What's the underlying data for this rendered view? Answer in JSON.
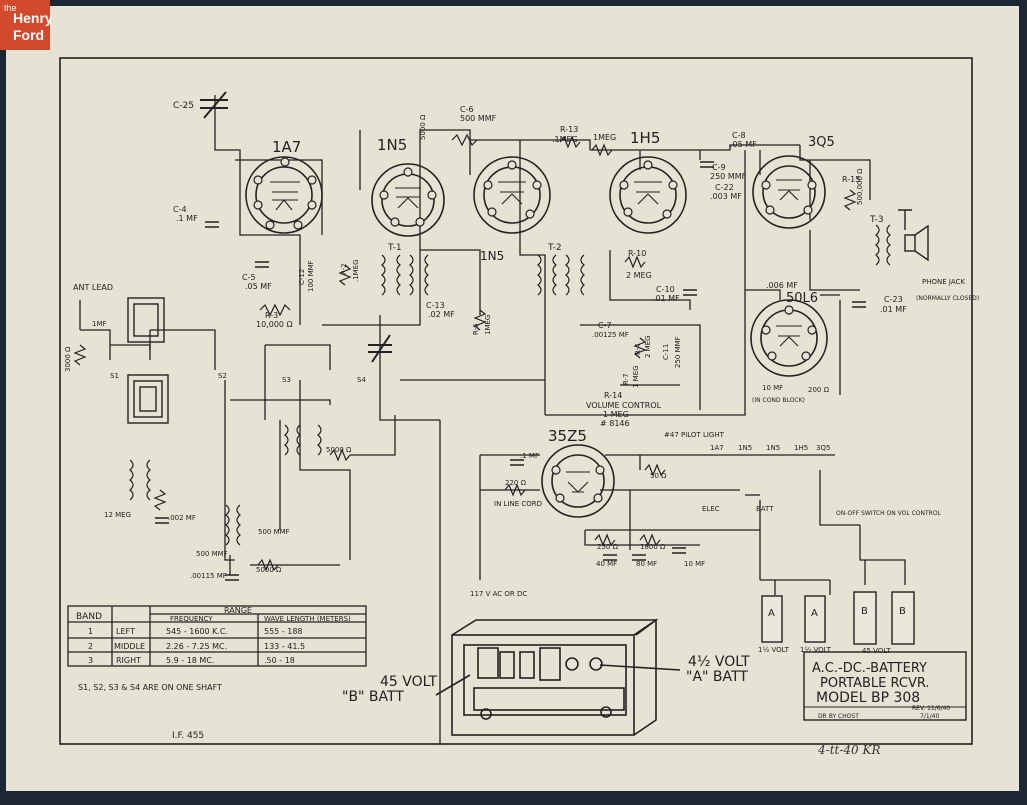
{
  "logo": {
    "line_small": "the",
    "line1": "Henry",
    "line2": "Ford"
  },
  "tubes": [
    {
      "id": "1A7",
      "label": "1A7"
    },
    {
      "id": "1N5a",
      "label": "1N5"
    },
    {
      "id": "1N5b",
      "label": "1N5"
    },
    {
      "id": "1H5",
      "label": "1H5"
    },
    {
      "id": "3Q5",
      "label": "3Q5"
    },
    {
      "id": "50L6",
      "label": "50L6"
    },
    {
      "id": "35Z5",
      "label": "35Z5"
    }
  ],
  "components": {
    "c25": "C-25",
    "c6": "C-6",
    "c6_val": "500 MMF",
    "r13": "R-13",
    "r13_val": ".1MEG",
    "one_meg": "1MEG",
    "c8": "C-8",
    "c8_val": ".05 MF",
    "c9": "C-9",
    "c9_val": "250 MMF",
    "c22": "C-22",
    "c22_val": ".003 MF",
    "r15": "R-15",
    "r15_val": "500,000 Ω",
    "c4": "C-4",
    "c4_val": ".1 MF",
    "c5": "C-5",
    "c5_val": ".05 MF",
    "c12": "C-12",
    "c12_val": "100 MMF",
    "r2": "R-2",
    "r2_val": ".1MEG",
    "r3": "R-3",
    "r3_val": "10,000 Ω",
    "c13": "C-13",
    "c13_val": ".02 MF",
    "t1": "T-1",
    "t2": "T-2",
    "t3": "T-3",
    "r6": "R-6",
    "r6_val": "1MEG",
    "r10": "R-10",
    "r10_val": "2 MEG",
    "c10": "C-10",
    "c10_val": ".01 MF",
    "c7": "C-7",
    "c7_val": ".00125 MF",
    "r4": "R-4",
    "r4_val": "2 MEG",
    "r7": "R-7",
    "r7_val": "1 MEG",
    "c11": "C-11",
    "c11_val": "250 MMF",
    "r14": "R-14",
    "vol": "VOLUME CONTROL",
    "vol_val": "1 MEG",
    "vol_part": "# 8146",
    "c23": "C-23",
    "c23_val": ".01 MF",
    "c_006": ".006 MF",
    "phone_jack": "PHONE JACK",
    "normally_closed": "(NORMALLY CLOSED)",
    "cap_10mf": "10 MF",
    "in_cond_block": "(IN COND BLOCK)",
    "res_200": "200 Ω",
    "ant_lead": "ANT LEAD",
    "one_mf": "1MF",
    "three_thousand": "3000 Ω",
    "s1": "S1",
    "s2": "S2",
    "s3": "S3",
    "s4": "S4",
    "twelve_meg": "12 MEG",
    "point_002": ".002 MF",
    "five_hundred_mmf": "500 MMF",
    "point_00115": ".00115 MF",
    "five_thousand": "5000 Ω",
    "five_thousand_b": "5000 Ω",
    "five_hundred_mmf_b": "500 MMF",
    "two_twenty": "220 Ω",
    "in_line_cord": "IN LINE CORD",
    "ac_in": "117 V AC OR DC",
    "pilot": "#47 PILOT LIGHT",
    "fifty_ohm": "50 Ω",
    "elec": "ELEC",
    "batt": "BATT",
    "on_off": "ON-OFF SWITCH ON VOL CONTROL",
    "two_fifty": "250 Ω",
    "eighteen_hundred": "1800 Ω",
    "forty_mf": "40 MF",
    "eighty_mf": "80 MF",
    "ten_mf_b": "10 MF",
    "point_1mf": ".1 MF",
    "fivethousand_c": "5000 Ω",
    "a_volt": "1½ VOLT",
    "b_volt": "45 VOLT",
    "batt_a": "A",
    "batt_b": "B",
    "heater_chain": [
      "1A7",
      "1N5",
      "1N5",
      "1H5",
      "3Q5"
    ]
  },
  "band_table": {
    "headers": [
      "BAND",
      "RANGE",
      "FREQUENCY",
      "WAVE LENGTH (METERS)"
    ],
    "rows": [
      {
        "n": "1",
        "name": "LEFT",
        "freq": "545 - 1600 K.C.",
        "wave": "555 - 188"
      },
      {
        "n": "2",
        "name": "MIDDLE",
        "freq": "2.26 - 7.25 MC.",
        "wave": "133 - 41.5"
      },
      {
        "n": "3",
        "name": "RIGHT",
        "freq": "5.9 - 18 MC.",
        "wave": ".50 - 18"
      }
    ]
  },
  "notes": {
    "shaft": "S1, S2, S3 & S4 ARE ON ONE SHAFT",
    "if": "I.F. 455"
  },
  "chassis": {
    "b_batt_line1": "45 VOLT",
    "b_batt_line2": "\"B\" BATT",
    "a_batt_line1": "4½ VOLT",
    "a_batt_line2": "\"A\" BATT"
  },
  "title_block": {
    "line1": "A.C.-DC.-BATTERY",
    "line2": "PORTABLE RCVR.",
    "line3": "MODEL BP 308",
    "drawn_by": "DR BY CHOST",
    "rev": "REV. 11/6/40",
    "date": "7/1/40",
    "signature": "4-tt-40 KR"
  },
  "colors": {
    "paper": "#e6e2d4",
    "ink": "#1f1f1f",
    "border": "#1d2733",
    "logo": "#d24a2d"
  }
}
